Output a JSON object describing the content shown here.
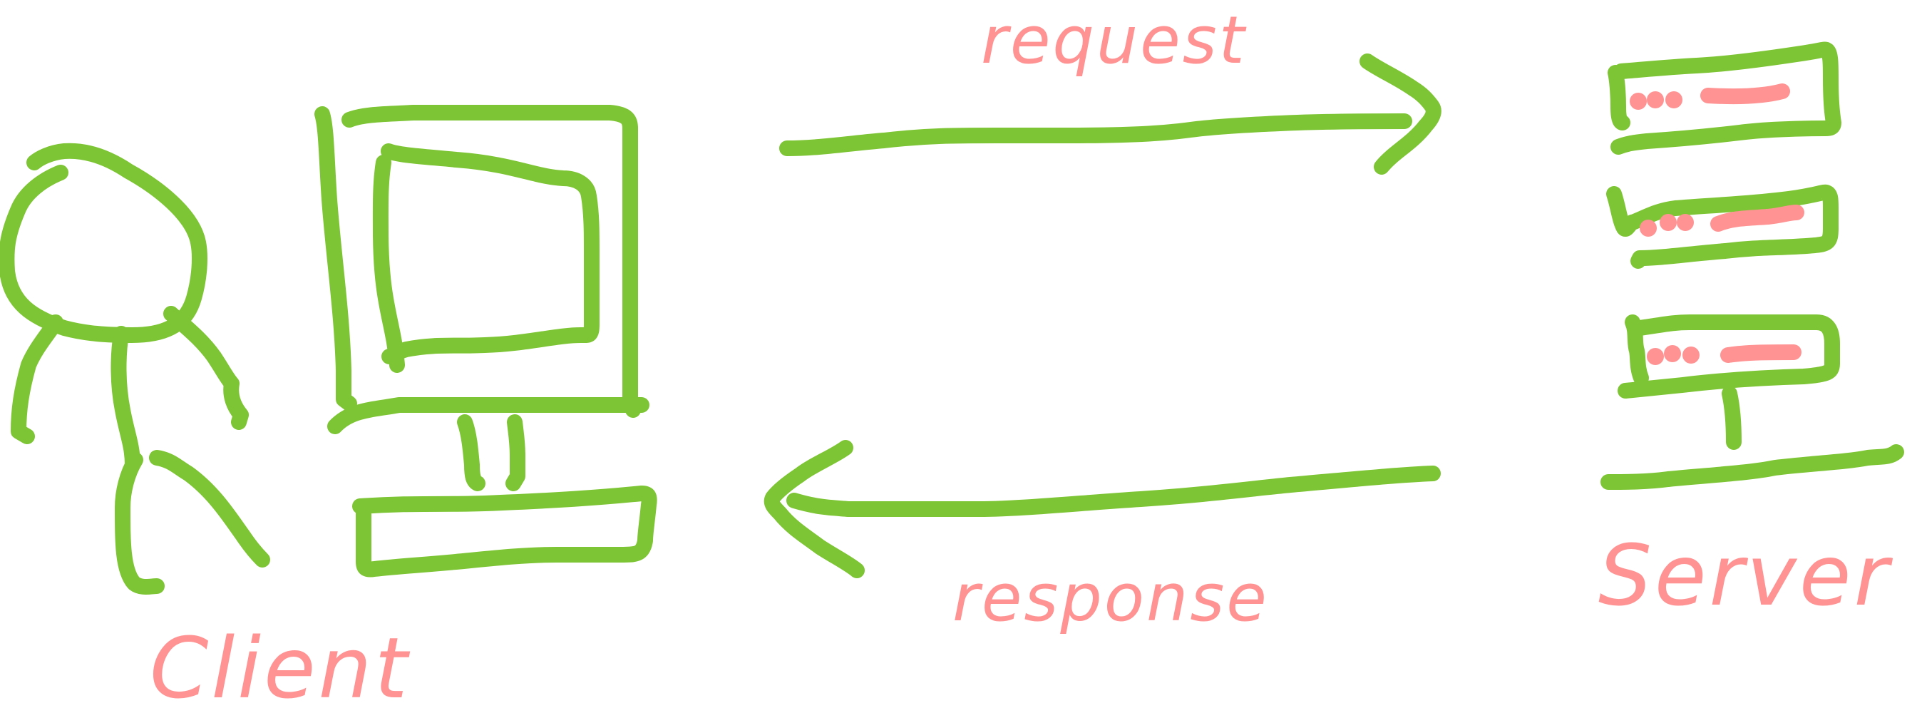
{
  "colors": {
    "green": "#7dc534",
    "pink": "#ff9393",
    "background": "#ffffff"
  },
  "labels": {
    "client": "Client",
    "server": "Server",
    "request": "request",
    "response": "response"
  },
  "icons": {
    "person": "person-icon",
    "computer": "desktop-computer-icon",
    "server": "server-rack-icon",
    "request_arrow": "arrow-right-icon",
    "response_arrow": "arrow-left-icon"
  }
}
